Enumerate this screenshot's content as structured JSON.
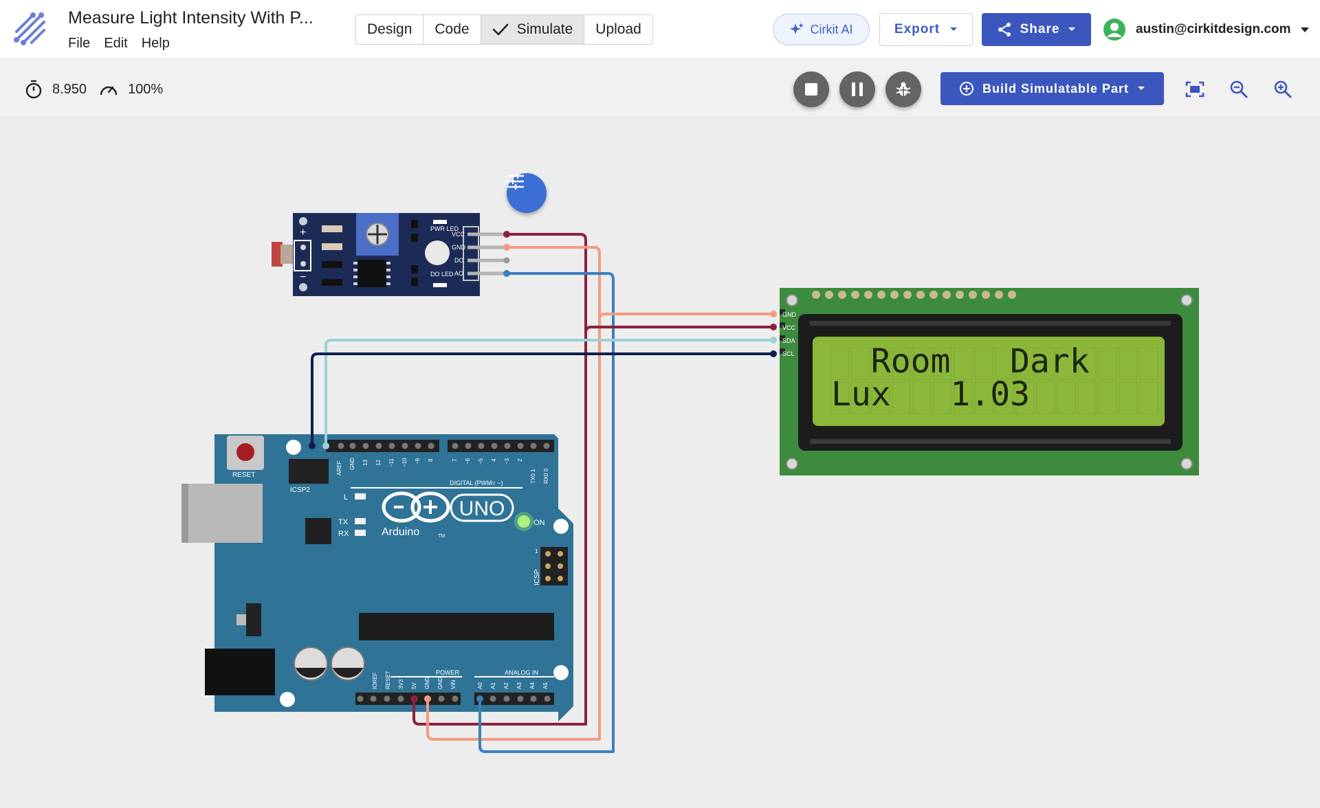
{
  "app": {
    "title": "Measure Light Intensity With P...",
    "logo_icon": "cirkit-logo-icon",
    "menu": [
      "File",
      "Edit",
      "Help"
    ]
  },
  "modes": [
    {
      "label": "Design",
      "active": false
    },
    {
      "label": "Code",
      "active": false
    },
    {
      "label": "Simulate",
      "active": true
    },
    {
      "label": "Upload",
      "active": false
    }
  ],
  "header_actions": {
    "ai_label": "Cirkit AI",
    "export_label": "Export",
    "share_label": "Share",
    "user_email": "austin@cirkitdesign.com"
  },
  "toolbar": {
    "time_value": "8.950",
    "speed_value": "100%",
    "build_label": "Build Simulatable Part"
  },
  "components": {
    "sensor": {
      "pins": [
        "VCC",
        "GND",
        "DO",
        "AO"
      ],
      "labels": {
        "pwr_led": "PWR LED",
        "do_led": "DO LED",
        "plus": "+",
        "minus": "−"
      }
    },
    "lcd": {
      "pins": [
        "GND",
        "VCC",
        "SDA",
        "SCL"
      ],
      "line1": "  Room   Dark  ",
      "line2": "Lux   1.03     ",
      "backlight_color": "#8cb83a"
    },
    "arduino": {
      "board_color": "#2f7397",
      "labels": {
        "reset": "RESET",
        "icsp2": "ICSP2",
        "icsp": "ICSP",
        "brand": "Arduino",
        "model": "UNO",
        "on": "ON",
        "l": "L",
        "tx": "TX",
        "rx": "RX",
        "digital": "DIGITAL (PWM= ~)",
        "power": "POWER",
        "analog_in": "ANALOG IN",
        "tm": "TM",
        "icsp_one": "1"
      },
      "digital_header_left": [
        "AREF",
        "GND",
        "13",
        "12",
        "~11",
        "~10",
        "~9",
        "8"
      ],
      "digital_header_right": [
        "7",
        "~6",
        "~5",
        "4",
        "~3",
        "2",
        "TX0 1",
        "RX0 0"
      ],
      "power_header": [
        "IOREF",
        "RESET",
        "3V3",
        "5V",
        "GND",
        "GND",
        "VIN"
      ],
      "analog_header": [
        "A0",
        "A1",
        "A2",
        "A3",
        "A4",
        "A5"
      ]
    }
  },
  "wire_colors": {
    "vcc": "#8c1f3e",
    "gnd": "#f29b82",
    "analog": "#3c7fbf",
    "sda": "#9cd0d6",
    "scl": "#0f1e4d"
  }
}
